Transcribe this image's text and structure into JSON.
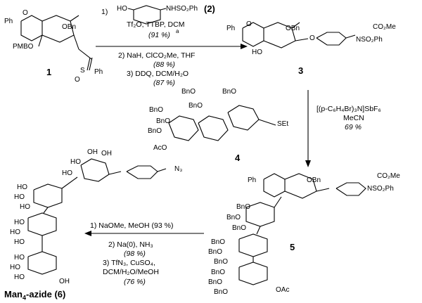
{
  "compounds": {
    "c1": {
      "number": "1"
    },
    "c2": {
      "label": "(2)"
    },
    "c3": {
      "number": "3"
    },
    "c4": {
      "number": "4"
    },
    "c5": {
      "number": "5"
    },
    "c6": {
      "name_main": "Man",
      "name_sub": "4",
      "name_rest": "-azide (6)"
    }
  },
  "atoms": {
    "ph": "Ph",
    "o": "O",
    "obn": "OBn",
    "bno": "BnO",
    "pmbo": "PMBO",
    "ho": "HO",
    "oh": "OH",
    "aco": "AcO",
    "oac": "OAc",
    "sph": "S",
    "set": "SEt",
    "nhso2ph": "NHSO₂Ph",
    "co2me": "CO₂Me",
    "nso2ph": "NSO₂Ph",
    "n3": "N₃"
  },
  "steps": {
    "step1_num": "1)",
    "step1_reagents": "Tf₂O, TTBP, DCM",
    "step1_yield": "(91 %)",
    "step1_note": "a",
    "step2": "2) NaH, ClCO₂Me, THF",
    "step2_yield": "(88 %)",
    "step3": "3) DDQ, DCM/H₂O",
    "step3_yield": "(87 %)",
    "glyco_reagent": "[(p-C₆H₄Br)₃N]SbF₆",
    "glyco_solvent": "MeCN",
    "glyco_yield": "69 %",
    "dep1": "1) NaOMe, MeOH (93 %)",
    "dep2": "2) Na(0), NH₃",
    "dep2_yield": "(98 %)",
    "dep3": "3) TfN₃, CuSO₄,",
    "dep3_solvent": "DCM/H₂O/MeOH",
    "dep3_yield": "(76 %)"
  }
}
